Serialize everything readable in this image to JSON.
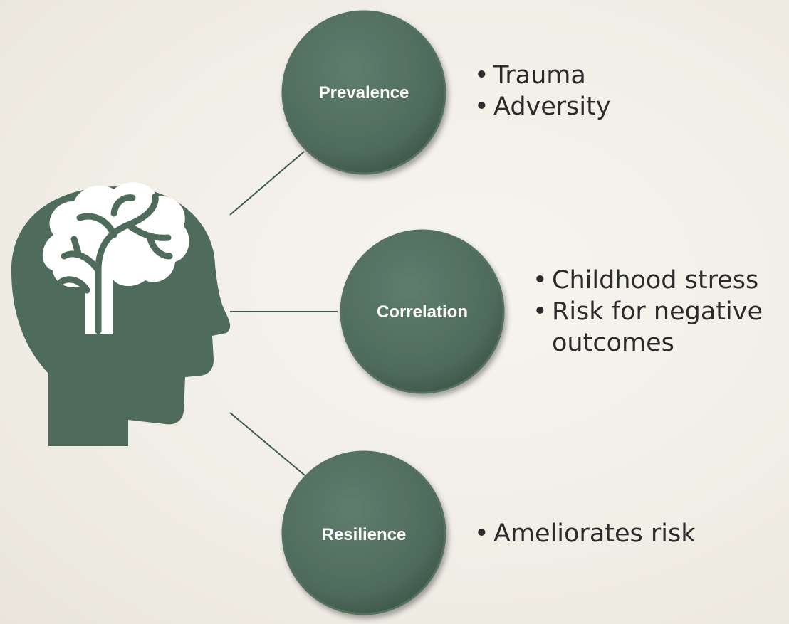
{
  "colors": {
    "accent": "#4e6b5c",
    "accent_dark": "#3c5548",
    "accent_light": "#6a8778",
    "connector": "#3f5a4d",
    "bullet_text": "#2b2b2b"
  },
  "head_icon": {
    "icon": "head-with-brain-icon"
  },
  "nodes": [
    {
      "label": "Prevalence",
      "bullets": [
        "Trauma",
        "Adversity"
      ]
    },
    {
      "label": "Correlation",
      "bullets": [
        "Childhood stress",
        "Risk for negative outcomes"
      ]
    },
    {
      "label": "Resilience",
      "bullets": [
        "Ameliorates risk"
      ]
    }
  ]
}
